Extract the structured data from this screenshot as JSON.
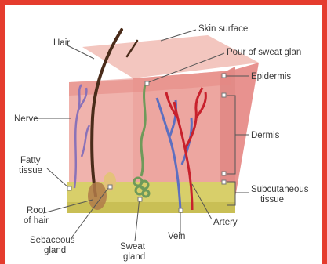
{
  "labels": {
    "hair": "Hair",
    "skin_surface": "Skin surface",
    "pour_of_sweat_gland": "Pour of sweat glan",
    "epidermis": "Epidermis",
    "nerve": "Nerve",
    "dermis": "Dermis",
    "fatty_tissue_line1": "Fatty",
    "fatty_tissue_line2": "tissue",
    "subcutaneous_line1": "Subcutaneous",
    "subcutaneous_line2": "tissue",
    "root_of_hair_line1": "Root",
    "root_of_hair_line2": "of hair",
    "artery": "Artery",
    "vein": "Vein",
    "sebaceous_line1": "Sebaceous",
    "sebaceous_line2": "gland",
    "sweat_gland_line1": "Sweat",
    "sweat_gland_line2": "gland"
  },
  "colors": {
    "frame": "#e53c2e",
    "skin_top": "#f3c6bf",
    "skin_front": "#eba19b",
    "skin_side": "#e8928f",
    "epidermis_band": "#e58984",
    "fat_layer": "#d8cf6a",
    "artery": "#c8212c",
    "vein": "#5d6fc0",
    "nerve": "#8a72b8",
    "hair": "#4a2c1a",
    "sweat_gland": "#6f9a5a"
  }
}
